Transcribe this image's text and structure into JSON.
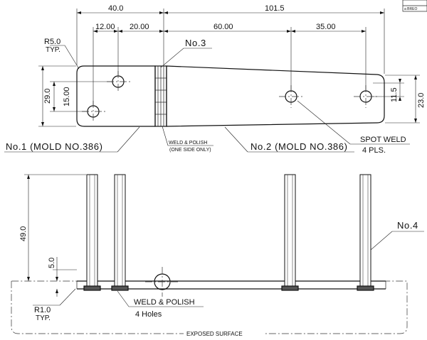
{
  "top_view": {
    "dims": {
      "overall_left": "40.0",
      "overall_right": "101.5",
      "hole_a": "12.00",
      "hole_b": "20.00",
      "hole_c": "60.00",
      "hole_d": "35.00",
      "height_left": "29.0",
      "hole_spacing_left": "15.00",
      "hole_offset_right": "11.5",
      "height_right": "23.0"
    },
    "radius_note": "R5.0",
    "radius_typ": "TYP.",
    "item_3": "No.3",
    "part_1": "No.1 (MOLD NO.386)",
    "part_2": "No.2 (MOLD NO.386)",
    "weld_note_line1": "WELD & POLISH",
    "weld_note_line2": "(ONE SIDE ONLY)",
    "spot_weld": "SPOT WELD",
    "spot_weld_count": "4 PLS."
  },
  "side_view": {
    "dims": {
      "pin_height": "49.0",
      "base_gap": "5.0"
    },
    "radius_note": "R1.0",
    "radius_typ": "TYP.",
    "item_4": "No.4",
    "weld_note": "WELD & POLISH",
    "holes_count": "4 Holes",
    "surface_note": "EXPOSED SURFACE"
  },
  "title_block_fragment": "a BREO"
}
